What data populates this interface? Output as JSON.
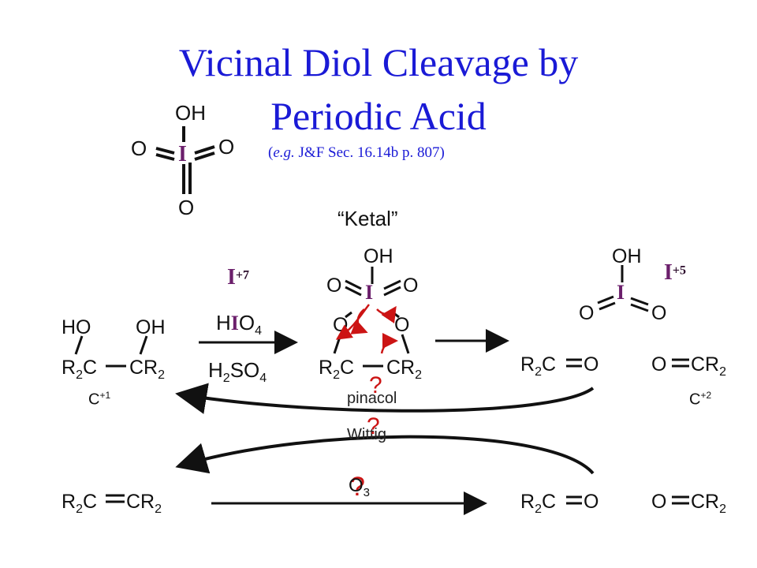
{
  "title": {
    "line1": "Vicinal Diol Cleavage by",
    "line2": "Periodic Acid"
  },
  "reference": {
    "eg": "e.g.",
    "rest": " J&F Sec. 16.14b p. 807)",
    "open": "("
  },
  "periodic_acid": {
    "atom": "I",
    "oh": "OH",
    "o": "O"
  },
  "ketal_label": "“Ketal”",
  "reagents": {
    "oxidant_I": "I",
    "oxidant_rest": "O",
    "oxidant_H": "H",
    "oxidant_sub": "4",
    "acid_H": "H",
    "acid_sub1": "2",
    "acid_SO": "SO",
    "acid_sub2": "4",
    "ozone": "O",
    "ozone_sub": "3"
  },
  "oxidation_states": {
    "iodine_start_symbol": "I",
    "iodine_start_charge": "+7",
    "iodine_end_symbol": "I",
    "iodine_end_charge": "+5",
    "carbon_start_symbol": "C",
    "carbon_start_charge": "+1",
    "carbon_end_symbol": "C",
    "carbon_end_charge": "+2"
  },
  "labels": {
    "pinacol": "pinacol",
    "wittig": "Wittig",
    "question": "?"
  },
  "structures": {
    "diol_ho": "HO",
    "diol_oh": "OH",
    "r2c": "R",
    "r_sub": "2",
    "c": "C",
    "cr": "CR",
    "o": "O",
    "oh": "OH"
  },
  "colors": {
    "title": "#1a1ad6",
    "iodine": "#6b1f6b",
    "arrows_red": "#cc1414",
    "ink": "#111111"
  }
}
